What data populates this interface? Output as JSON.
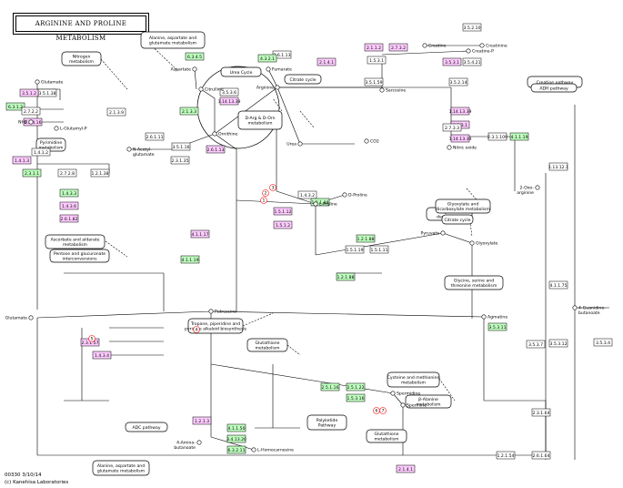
{
  "title": "ARGININE AND PROLINE METABOLISM",
  "footer": {
    "map_id": "00330 3/10/14",
    "copyright": "(c) Kanehisa Laboratories"
  },
  "colors": {
    "green": "#bfffbf",
    "pink": "#ffccff",
    "white": "#ffffff",
    "red": "#ff0000",
    "pink_text": "#d000c0"
  },
  "pathway_boxes": [
    {
      "id": "ala_asp_glu_top",
      "label": "Alanine, aspartate and|glutamate metabolism"
    },
    {
      "id": "nitrogen",
      "label": "Nitrogen|metabolism"
    },
    {
      "id": "urea_cycle",
      "label": "Urea Cycle"
    },
    {
      "id": "citrate_cycle",
      "label": "Citrate cycle"
    },
    {
      "id": "creatine_pathway",
      "label": "Creatine pathway"
    },
    {
      "id": "adh_pathway",
      "label": "ADH pathway"
    },
    {
      "id": "pyrimidine",
      "label": "Pyrimidine|metabolism"
    },
    {
      "id": "darg_dorn",
      "label": "D-Arg & D-Orn|metabolism"
    },
    {
      "id": "lysine_deg",
      "label": "Lysine|degradation"
    },
    {
      "id": "glyoxylate",
      "label": "Glyoxylate and|dicarboxylate metabolism"
    },
    {
      "id": "citrate_cycle2",
      "label": "Citrate cycle"
    },
    {
      "id": "gly_ser_thr",
      "label": "Glycine, serine and|threonine metabolism"
    },
    {
      "id": "ascorbate",
      "label": "Ascorbate and aldarate|metabolism"
    },
    {
      "id": "pentose",
      "label": "Pentose and glucuronate|interconversions"
    },
    {
      "id": "tropane",
      "label": "Tropane, piperidine and|pyridine alkaloid biosynthesis"
    },
    {
      "id": "glutathione_top",
      "label": "Glutathione|metabolism"
    },
    {
      "id": "cys_met",
      "label": "Cysteine and methionine|metabolism"
    },
    {
      "id": "polyketide",
      "label": "Polyketide|Pathway"
    },
    {
      "id": "beta_alanine",
      "label": "β-Alanine|metabolism"
    },
    {
      "id": "glutathione_bot",
      "label": "Glutathione|metabolism"
    },
    {
      "id": "adc_pathway",
      "label": "ADC pathway"
    },
    {
      "id": "ala_asp_glu_bot",
      "label": "Alanine, aspartate and|glutamate metabolism"
    }
  ],
  "compounds": [
    {
      "id": "glutamate",
      "label": "Glutamate"
    },
    {
      "id": "nh3",
      "label": "NH3"
    },
    {
      "id": "l_glutamyl_p",
      "label": "L-Glutamyl-P"
    },
    {
      "id": "n_acetyl_glutamate",
      "label": "N-Acetyl-|glutamate"
    },
    {
      "id": "aspartate",
      "label": "Aspartate"
    },
    {
      "id": "citrulline",
      "label": "Citrulline"
    },
    {
      "id": "ornithine",
      "label": "Ornithine"
    },
    {
      "id": "arginine",
      "label": "Arginine"
    },
    {
      "id": "fumarate",
      "label": "Fumarate"
    },
    {
      "id": "urea",
      "label": "Urea"
    },
    {
      "id": "creatine",
      "label": "Creatine"
    },
    {
      "id": "creatinine",
      "label": "Creatinine"
    },
    {
      "id": "sarcosine",
      "label": "Sarcosine"
    },
    {
      "id": "glutamate_bottom",
      "label": "Glutamate"
    },
    {
      "id": "putrescine",
      "label": "Putrescine"
    },
    {
      "id": "spermidine",
      "label": "Spermidine"
    },
    {
      "id": "spermine",
      "label": "Spermine"
    },
    {
      "id": "proline",
      "label": "L-Proline"
    },
    {
      "id": "d_proline",
      "label": "D-Proline"
    },
    {
      "id": "glyoxylate_c",
      "label": "Glyoxylate"
    },
    {
      "id": "pyruvate",
      "label": "Pyruvate"
    },
    {
      "id": "agmatine",
      "label": "Agmatine"
    },
    {
      "id": "nitric_oxide",
      "label": "Nitric oxide"
    },
    {
      "id": "co2",
      "label": "CO2"
    },
    {
      "id": "creatine_p",
      "label": "Creatine-P"
    },
    {
      "id": "oxo_arginine",
      "label": "2-Oxo-|arginine"
    },
    {
      "id": "guanidino_butanoate",
      "label": "4-Guanidino-|butanoate"
    },
    {
      "id": "aminobutanoate",
      "label": "4-Amino-|butanoate"
    },
    {
      "id": "homocarnosine",
      "label": "L-Homocarnosine"
    }
  ],
  "enzymes": [
    {
      "id": "e1",
      "label": "2.6.1.13",
      "color": "white"
    },
    {
      "id": "e2",
      "label": "6.3.4.5",
      "color": "green"
    },
    {
      "id": "e3",
      "label": "4.3.2.1",
      "color": "green"
    },
    {
      "id": "e4",
      "label": "2.1.4.1",
      "color": "pink"
    },
    {
      "id": "e5",
      "label": "2.1.1.2",
      "color": "pink"
    },
    {
      "id": "e6",
      "label": "2.7.3.2",
      "color": "pink"
    },
    {
      "id": "e7",
      "label": "3.5.2.10",
      "color": "white"
    },
    {
      "id": "e8",
      "label": "1.5.3.1",
      "color": "white"
    },
    {
      "id": "e9",
      "label": "3.5.3.1",
      "color": "pink"
    },
    {
      "id": "e10",
      "label": "3.5.1.59",
      "color": "white"
    },
    {
      "id": "e11",
      "label": "3.5.2.14",
      "color": "white"
    },
    {
      "id": "e12",
      "label": "3.5.4.21",
      "color": "white"
    },
    {
      "id": "e13",
      "label": "3.5.1.38",
      "color": "white"
    },
    {
      "id": "e14",
      "label": "3.5.1.2",
      "color": "pink"
    },
    {
      "id": "e15",
      "label": "6.3.1.2",
      "color": "green"
    },
    {
      "id": "e16",
      "label": "6.3.4.16",
      "color": "pink"
    },
    {
      "id": "e17",
      "label": "2.7.2.2",
      "color": "white"
    },
    {
      "id": "e18",
      "label": "1.4.1.2",
      "color": "white"
    },
    {
      "id": "e19",
      "label": "1.4.1.3",
      "color": "pink"
    },
    {
      "id": "e20",
      "label": "2.3.1.1",
      "color": "green"
    },
    {
      "id": "e21",
      "label": "2.7.2.8",
      "color": "white"
    },
    {
      "id": "e22",
      "label": "1.2.1.38",
      "color": "white"
    },
    {
      "id": "e23",
      "label": "2.1.3.9",
      "color": "white"
    },
    {
      "id": "e24",
      "label": "2.1.3.3",
      "color": "green"
    },
    {
      "id": "e25",
      "label": "3.5.1.16",
      "color": "white"
    },
    {
      "id": "e26",
      "label": "2.3.1.35",
      "color": "white"
    },
    {
      "id": "e27",
      "label": "2.6.1.11",
      "color": "white"
    },
    {
      "id": "e28",
      "label": "3.5.3.6",
      "color": "white"
    },
    {
      "id": "e29",
      "label": "1.14.13.39",
      "color": "pink"
    },
    {
      "id": "e30",
      "label": "2.6.1.13",
      "color": "pink"
    },
    {
      "id": "e31",
      "label": "1.5.1.12",
      "color": "pink"
    },
    {
      "id": "e32",
      "label": "1.5.1.2",
      "color": "pink"
    },
    {
      "id": "e33",
      "label": "1.4.3.2",
      "color": "white"
    },
    {
      "id": "e34",
      "label": "1.2.1.88",
      "color": "green"
    },
    {
      "id": "e35",
      "label": "1.4.3.3",
      "color": "green"
    },
    {
      "id": "e36",
      "label": "1.4.3.6",
      "color": "pink"
    },
    {
      "id": "e37",
      "label": "2.6.1.82",
      "color": "pink"
    },
    {
      "id": "e38",
      "label": "4.1.1.17",
      "color": "pink"
    },
    {
      "id": "e39",
      "label": "4.1.1.19",
      "color": "green"
    },
    {
      "id": "e40",
      "label": "3.5.3.11",
      "color": "green"
    },
    {
      "id": "e41",
      "label": "2.5.1.16",
      "color": "green"
    },
    {
      "id": "e42",
      "label": "2.5.1.22",
      "color": "green"
    },
    {
      "id": "e43",
      "label": "1.5.3.16",
      "color": "green"
    },
    {
      "id": "e44",
      "label": "2.3.1.57",
      "color": "pink"
    },
    {
      "id": "e45",
      "label": "1.4.3.4",
      "color": "pink"
    },
    {
      "id": "e46",
      "label": "1.2.1.3",
      "color": "pink"
    },
    {
      "id": "e47",
      "label": "4.1.1.50",
      "color": "green"
    },
    {
      "id": "e48",
      "label": "3.4.13.20",
      "color": "green"
    },
    {
      "id": "e49",
      "label": "6.3.2.11",
      "color": "green"
    },
    {
      "id": "e50",
      "label": "2.3.1.64",
      "color": "white"
    },
    {
      "id": "e51",
      "label": "2.6.1.64",
      "color": "white"
    },
    {
      "id": "e52",
      "label": "1.2.1.54",
      "color": "white"
    },
    {
      "id": "e53",
      "label": "3.5.3.7",
      "color": "white"
    },
    {
      "id": "e54",
      "label": "2.1.4.1",
      "color": "pink"
    },
    {
      "id": "e55",
      "label": "4.1.1.75",
      "color": "white"
    },
    {
      "id": "e56",
      "label": "3.5.3.12",
      "color": "white"
    },
    {
      "id": "e57",
      "label": "3.5.3.4",
      "color": "white"
    },
    {
      "id": "e58",
      "label": "1.13.12.1",
      "color": "white"
    },
    {
      "id": "e59",
      "label": "1.14.13.39",
      "color": "pink"
    },
    {
      "id": "e60",
      "label": "3.5.3.1",
      "color": "pink"
    },
    {
      "id": "e61",
      "label": "1.14.13.39",
      "color": "pink"
    },
    {
      "id": "e62",
      "label": "2.3.1.109",
      "color": "white"
    },
    {
      "id": "e63",
      "label": "4.1.1.19",
      "color": "green"
    },
    {
      "id": "e64",
      "label": "1.5.1.19",
      "color": "white"
    },
    {
      "id": "e65",
      "label": "1.5.1.11",
      "color": "white"
    },
    {
      "id": "e66",
      "label": "2.7.3.3",
      "color": "white"
    },
    {
      "id": "e67",
      "label": "1.2.1.88",
      "color": "green"
    },
    {
      "id": "e68",
      "label": "1.2.1.88",
      "color": "green"
    }
  ],
  "numbered_markers": [
    "1",
    "2",
    "3",
    "4",
    "5",
    "6",
    "7"
  ]
}
